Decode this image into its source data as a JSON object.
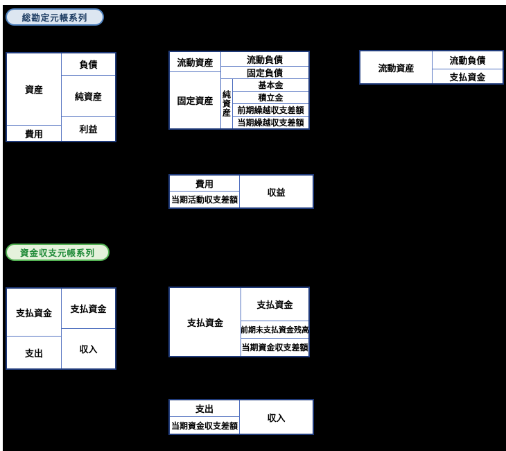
{
  "page": {
    "background_color": "#000000",
    "frame_color": "#ffffff",
    "table_outer_border_color": "#1f3a7a",
    "table_grid_color": "#4f6fbf"
  },
  "badges": {
    "general_ledger": {
      "label": "総勘定元帳系列",
      "fill": "#dce6f1",
      "border": "#4f81bd",
      "text_color": "#17375e"
    },
    "fund_ledger": {
      "label": "資金収支元帳系列",
      "fill": "#e5f2dc",
      "border": "#54b254",
      "text_color": "#1f8a38"
    }
  },
  "tables": {
    "balance_sheet": {
      "assets": "資産",
      "expenses": "費用",
      "liabilities": "負債",
      "net_assets": "純資産",
      "profit": "利益"
    },
    "balance_sheet_detail": {
      "current_assets": "流動資産",
      "fixed_assets": "固定資産",
      "current_liabilities": "流動負債",
      "fixed_liabilities": "固定負債",
      "net_assets_vertical": "純資産",
      "basic_fund": "基本金",
      "reserve_fund": "積立金",
      "prev_period_carryover_balance": "前期繰越収支差額",
      "current_period_carryover_balance": "当期繰越収支差額"
    },
    "payment_funds_bs": {
      "current_assets": "流動資産",
      "current_liabilities": "流動負債",
      "payment_funds": "支払資金"
    },
    "activity_statement": {
      "expenses": "費用",
      "current_activity_balance": "当期活動収支差額",
      "revenue": "収益"
    },
    "fund_balance": {
      "payment_funds_debit": "支払資金",
      "payment_funds_credit": "支払資金",
      "expenditure": "支出",
      "income": "収入"
    },
    "fund_balance_detail": {
      "payment_funds": "支払資金",
      "payment_funds_breakdown": "支払資金",
      "prev_period_fund_balance": "前期未支払資金残高",
      "current_period_fund_balance": "当期資金収支差額"
    },
    "fund_flow_statement": {
      "expenditure": "支出",
      "current_fund_balance": "当期資金収支差額",
      "income": "収入"
    }
  }
}
